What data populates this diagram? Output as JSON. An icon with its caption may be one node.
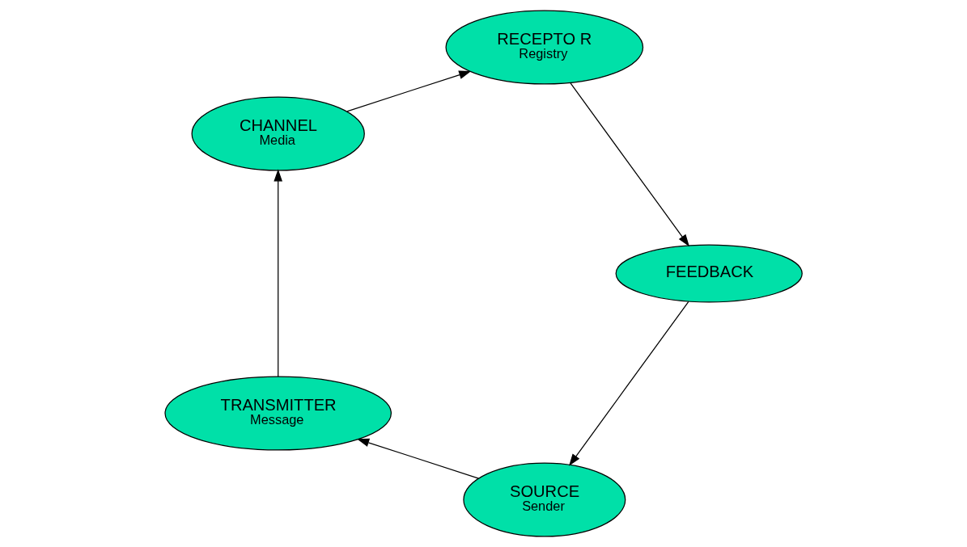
{
  "diagram": {
    "nodes": [
      {
        "text": [
          "SOURCE",
          "Sender"
        ]
      },
      {
        "text": [
          "TRANSMITTER",
          "Message"
        ]
      },
      {
        "text": [
          "CHANNEL",
          "Media"
        ]
      },
      {
        "text": [
          "RECEPTO R",
          "Registry"
        ]
      },
      {
        "text": [
          "FEEDBACK"
        ]
      }
    ],
    "edges": [
      {
        "from": 0,
        "to": 1,
        "arrow": "to"
      },
      {
        "from": 1,
        "to": 2,
        "arrow": "to"
      },
      {
        "from": 2,
        "to": 3,
        "arrow": "to"
      },
      {
        "from": 3,
        "to": 4,
        "arrow": "to"
      },
      {
        "from": 4,
        "to": 0,
        "arrow": "to"
      }
    ]
  }
}
